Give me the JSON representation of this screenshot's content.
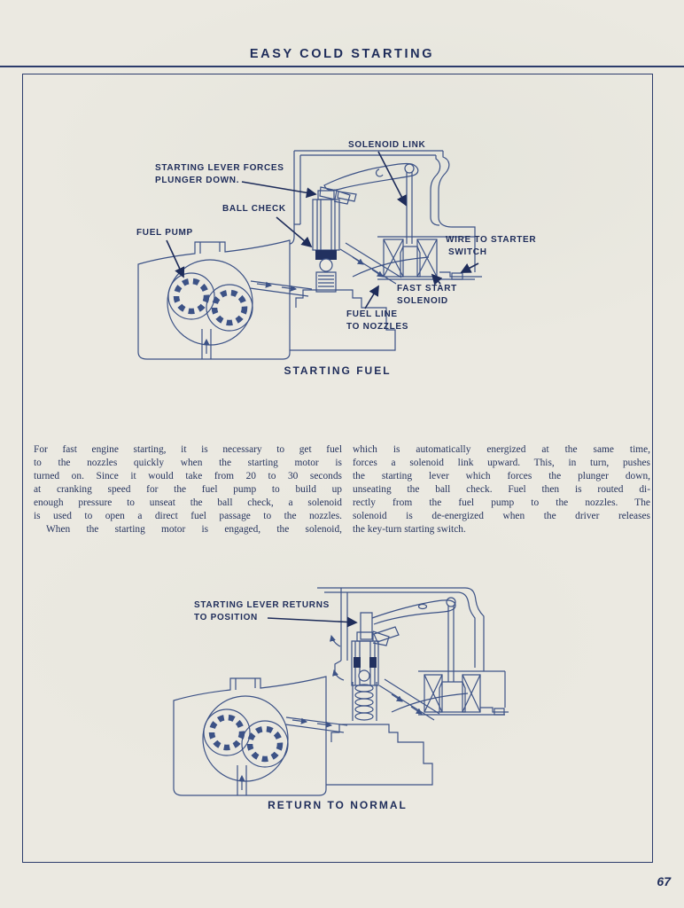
{
  "page": {
    "title": "EASY COLD STARTING",
    "page_number": "67",
    "colors": {
      "paper": "#ebe9e1",
      "ink": "#1e2c5a",
      "frame": "#2c3c6c",
      "text": "#26345e",
      "line": "#3c5286"
    }
  },
  "diagram_top": {
    "caption": "STARTING FUEL",
    "labels": {
      "solenoid_link": "SOLENOID LINK",
      "starting_lever_line1": "STARTING LEVER FORCES",
      "starting_lever_line2": "PLUNGER DOWN.",
      "ball_check": "BALL CHECK",
      "fuel_pump": "FUEL PUMP",
      "wire_line1": "WIRE TO STARTER",
      "wire_line2": "SWITCH",
      "fast_start_line1": "FAST START",
      "fast_start_line2": "SOLENOID",
      "fuel_line_line1": "FUEL LINE",
      "fuel_line_line2": "TO NOZZLES"
    }
  },
  "diagram_bottom": {
    "caption": "RETURN TO NORMAL",
    "labels": {
      "lever_returns_line1": "STARTING LEVER RETURNS",
      "lever_returns_line2": "TO POSITION"
    }
  },
  "body": {
    "left_lines": [
      {
        "text": "For fast engine starting, it is necessary to get fuel",
        "stretch": true,
        "indent": false
      },
      {
        "text": "to the nozzles quickly when the starting motor is",
        "stretch": true,
        "indent": false
      },
      {
        "text": "turned on. Since it would take from 20 to 30 seconds",
        "stretch": true,
        "indent": false
      },
      {
        "text": "at cranking speed for the fuel pump to build up",
        "stretch": true,
        "indent": false
      },
      {
        "text": "enough pressure to unseat the ball check, a solenoid",
        "stretch": true,
        "indent": false
      },
      {
        "text": "is used to open a direct fuel passage to the nozzles.",
        "stretch": true,
        "indent": false
      },
      {
        "text": "When the starting motor is engaged, the solenoid,",
        "stretch": true,
        "indent": true
      }
    ],
    "right_lines": [
      {
        "text": "which is automatically energized at the same time,",
        "stretch": true,
        "indent": false
      },
      {
        "text": "forces a solenoid link upward. This, in turn, pushes",
        "stretch": true,
        "indent": false
      },
      {
        "text": "the starting lever which forces the plunger down,",
        "stretch": true,
        "indent": false
      },
      {
        "text": "unseating the ball check. Fuel then is routed di-",
        "stretch": true,
        "indent": false
      },
      {
        "text": "rectly from the fuel pump to the nozzles. The",
        "stretch": true,
        "indent": false
      },
      {
        "text": "solenoid is de-energized when the driver releases",
        "stretch": true,
        "indent": false
      },
      {
        "text": "the key-turn starting switch.",
        "stretch": false,
        "indent": false
      }
    ]
  }
}
